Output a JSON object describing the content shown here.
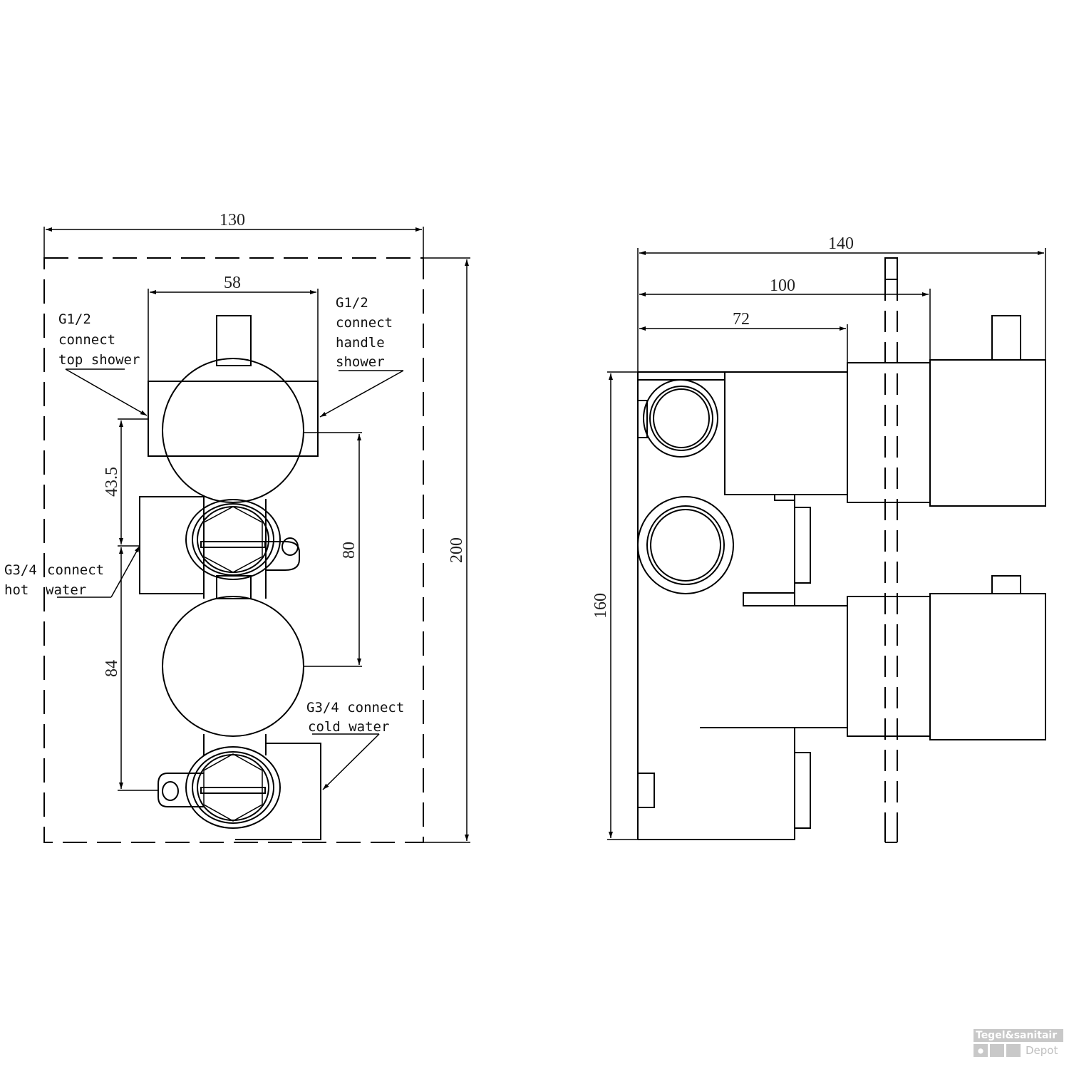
{
  "front_view": {
    "dimensions": {
      "overall_width": "130",
      "body_width": "58",
      "overall_height": "200",
      "center_spacing": "80",
      "upper_offset": "43.5",
      "inlet_spacing": "84"
    },
    "labels": {
      "top_shower": [
        "G1/2",
        "connect",
        "top shower"
      ],
      "handle_shower": [
        "G1/2",
        "connect",
        "handle",
        "shower"
      ],
      "hot_water": [
        "G3/4",
        "connect",
        "hot",
        "water"
      ],
      "cold_water": [
        "G3/4 connect",
        "cold  water"
      ]
    }
  },
  "side_view": {
    "dimensions": {
      "overall_depth": "140",
      "depth_to_wall": "100",
      "body_depth": "72",
      "body_height": "160"
    }
  },
  "watermark": {
    "brand_top": "Tegel&sanitair",
    "brand_bottom": "Depot",
    "icon": "water-drop-icon"
  },
  "colors": {
    "line": "#000000",
    "background": "#ffffff",
    "watermark": "#c8c8c8"
  }
}
